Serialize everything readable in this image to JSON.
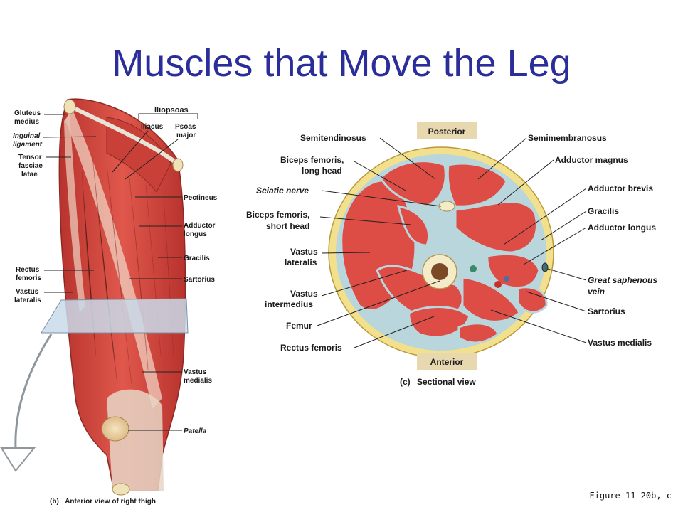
{
  "slide": {
    "title": "Muscles that Move the Leg",
    "figure_ref": "Figure 11-20b, c"
  },
  "thigh_figure": {
    "caption_letter": "(b)",
    "caption": "Anterior view of right thigh",
    "group_label": "Iliopsoas",
    "labels": {
      "gluteus_medius": [
        "Gluteus",
        "medius"
      ],
      "inguinal_ligament": [
        "Inguinal",
        "ligament"
      ],
      "tensor_fasciae_latae": [
        "Tensor",
        "fasciae",
        "latae"
      ],
      "iliacus": [
        "Iliacus"
      ],
      "psoas_major": [
        "Psoas",
        "major"
      ],
      "pectineus": [
        "Pectineus"
      ],
      "adductor_longus": [
        "Adductor",
        "longus"
      ],
      "gracilis": [
        "Gracilis"
      ],
      "sartorius": [
        "Sartorius"
      ],
      "rectus_femoris": [
        "Rectus",
        "femoris"
      ],
      "vastus_lateralis": [
        "Vastus",
        "lateralis"
      ],
      "vastus_medialis": [
        "Vastus",
        "medialis"
      ],
      "patella": [
        "Patella"
      ]
    }
  },
  "section_figure": {
    "caption_letter": "(c)",
    "caption": "Sectional view",
    "posterior_label": "Posterior",
    "anterior_label": "Anterior",
    "left_labels": {
      "semitendinosus": [
        "Semitendinosus"
      ],
      "biceps_long": [
        "Biceps femoris,",
        "long head"
      ],
      "sciatic_nerve": [
        "Sciatic nerve"
      ],
      "biceps_short": [
        "Biceps femoris,",
        "short head"
      ],
      "vastus_lateralis": [
        "Vastus",
        "lateralis"
      ],
      "vastus_intermedius": [
        "Vastus",
        "intermedius"
      ],
      "femur": [
        "Femur"
      ],
      "rectus_femoris": [
        "Rectus  femoris"
      ]
    },
    "right_labels": {
      "semimembranosus": [
        "Semimembranosus"
      ],
      "adductor_magnus": [
        "Adductor magnus"
      ],
      "adductor_brevis": [
        "Adductor brevis"
      ],
      "gracilis": [
        "Gracilis"
      ],
      "adductor_longus": [
        "Adductor longus"
      ],
      "great_saphenous_vein": [
        "Great saphenous",
        "vein"
      ],
      "sartorius": [
        "Sartorius"
      ],
      "vastus_medialis": [
        "Vastus medialis"
      ]
    }
  },
  "colors": {
    "title": "#2b2e9a",
    "muscle": "#d9463f",
    "muscle_light": "#ea8a7d",
    "fat": "#f2e08c",
    "fascia": "#b9d6dc",
    "plane": "#c9dbea",
    "bone": "#f4ecc8"
  }
}
